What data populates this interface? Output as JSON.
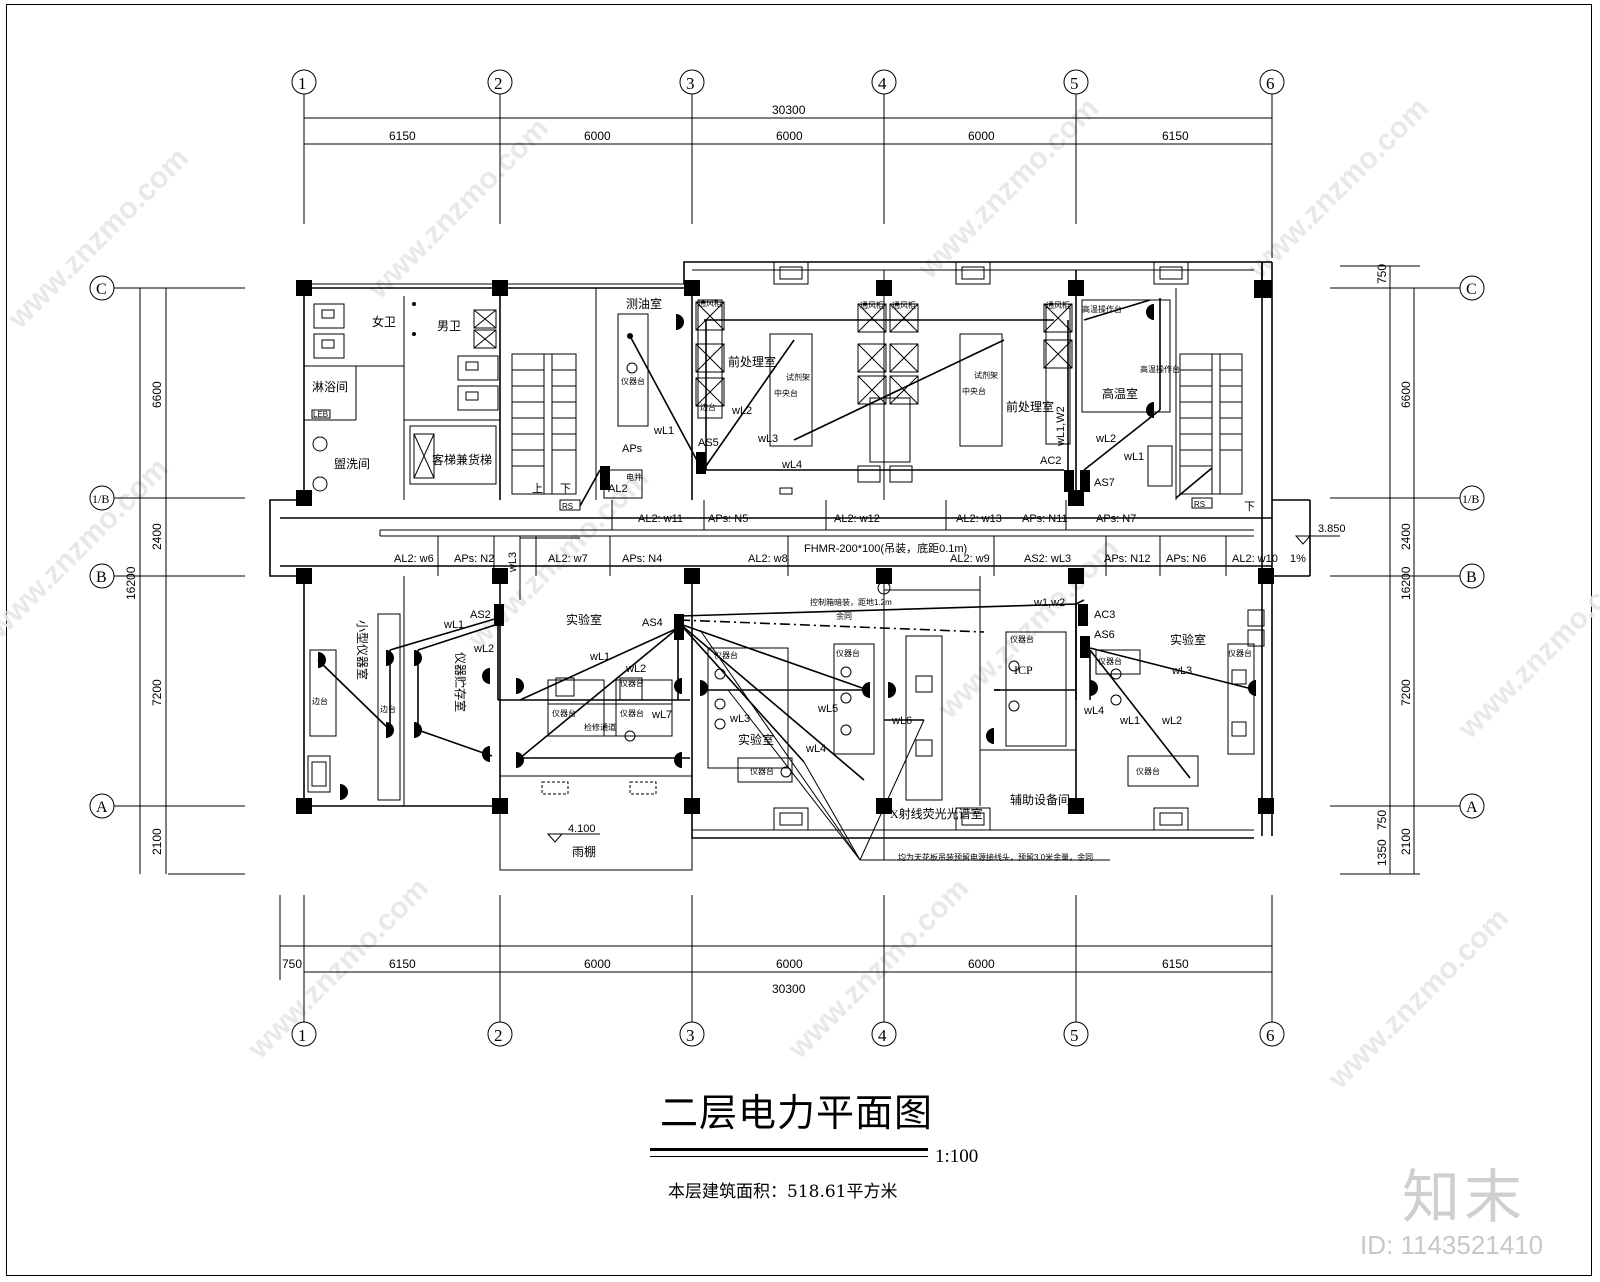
{
  "drawing": {
    "title": "二层电力平面图",
    "scale": "1:100",
    "area_note": "本层建筑面积：518.61平方米"
  },
  "brand": {
    "logo": "知末",
    "id": "ID: 1143521410"
  },
  "watermark": "www.znzmo.com",
  "axes": {
    "columns": [
      "1",
      "2",
      "3",
      "4",
      "5",
      "6"
    ],
    "rows_left": [
      "C",
      "1/B",
      "B",
      "A"
    ],
    "rows_right": [
      "C",
      "1/B",
      "B",
      "A"
    ]
  },
  "dimensions": {
    "top_total": "30300",
    "top_spans": [
      "6150",
      "6000",
      "6000",
      "6000",
      "6150"
    ],
    "bottom_spans": [
      "6150",
      "6000",
      "6000",
      "6000",
      "6150"
    ],
    "bottom_total": "30300",
    "bottom_offset": "750",
    "left_spans": [
      "6600",
      "2400",
      "7200",
      "2100"
    ],
    "left_total": "16200",
    "right_spans": [
      "750",
      "6600",
      "2400",
      "7200",
      "750",
      "2100",
      "1350"
    ],
    "right_total": "16200"
  },
  "rooms": {
    "women_toilet": "女卫",
    "men_toilet": "男卫",
    "shower": "淋浴间",
    "wash": "盥洗间",
    "elevator": "客梯兼货梯",
    "oil_room": "测油室",
    "pre_room_1": "前处理室",
    "pre_room_2": "前处理室",
    "high_temp": "高温室",
    "small_instr": "小型仪器室",
    "instr_store": "仪器贮存室",
    "lab_1": "实验室",
    "lab_2": "实验室",
    "lab_3": "实验室",
    "icp": "ICP",
    "aux_room": "辅助设备间",
    "xray_room": "X射线荧光光谱室",
    "canopy": "雨棚",
    "repair_channel": "检修通道"
  },
  "furniture": {
    "side_table": "边台",
    "instr_table": "仪器台",
    "center_table": "中央台",
    "vent_cabinet": "通风柜",
    "reagent_rack": "试剂架",
    "high_temp_table": "高温操作台",
    "elec_shaft": "电井",
    "led": "LEB"
  },
  "panels": {
    "aps": "APs",
    "al2": "AL2",
    "as5": "AS5",
    "ac2": "AC2",
    "as7": "AS7",
    "as2": "AS2",
    "as4": "AS4",
    "ac3": "AC3",
    "as6": "AS6",
    "rs1": "RS",
    "rs2": "RS"
  },
  "corridor_circuits": {
    "upper": [
      "AL2: w11",
      "APs: N5",
      "AL2: w12",
      "AL2: w13",
      "APs: N11",
      "APs: N7"
    ],
    "lower": [
      "AL2: w6",
      "APs: N2",
      "AL2: w7",
      "APs: N4",
      "AL2: w8",
      "AL2: w9",
      "AS2: wL3",
      "APs: N12",
      "APs: N6",
      "AL2: w10"
    ],
    "trunk": "FHMR-200*100(吊装，底距0.1m)",
    "slope": "1%",
    "elev_level": "3.850",
    "canopy_level": "4.100"
  },
  "circuit_labels": {
    "wl1_a": "wL1",
    "wl2_a": "wL2",
    "wl3_a": "wL3",
    "wl4_a": "wL4",
    "wl1_b": "wL1",
    "wl2_b": "wL2",
    "w12_c": "wL1,W2",
    "wl2_c": "wL2",
    "wl1_d": "wL1",
    "wl1_e": "wL1",
    "wl2_e": "wL2",
    "wl3_e": "wL3",
    "wl1_f": "wL1",
    "wl2_f": "wL2",
    "wl7_f": "wL7",
    "wl3_g": "wL3",
    "wl4_g": "wL4",
    "wl5_g": "wL5",
    "wl6_g": "wL6",
    "w12_h": "w1,w2",
    "wl3_h": "wL3",
    "wl4_h": "wL4",
    "wl1_h": "wL1",
    "wl2_h": "wL2"
  },
  "notes": {
    "control_box": "控制箱暗装，距地1.2m",
    "control_box_2": "余同",
    "ceiling_note": "均为天花板吊装预留电源接线头，预留3.0米余量，余同"
  },
  "stair_marks": {
    "up": "上",
    "down": "下"
  }
}
